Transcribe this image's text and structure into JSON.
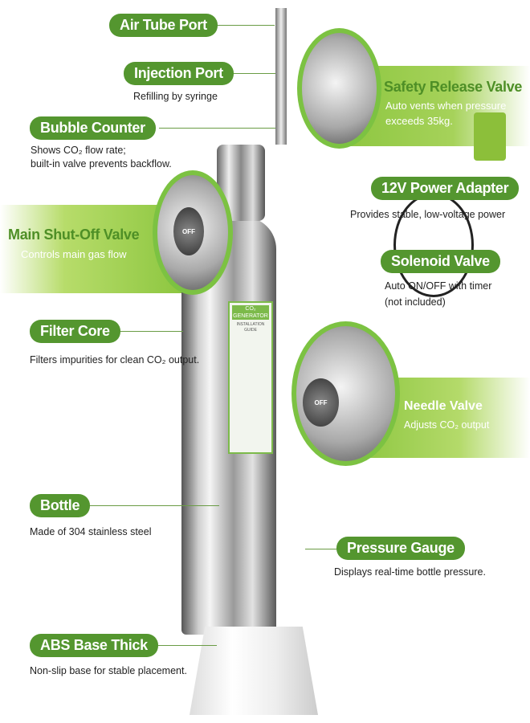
{
  "colors": {
    "accent": "#54962f",
    "highlight": "#8cc63f"
  },
  "callouts": [
    {
      "title": "Air Tube Port",
      "desc": ""
    },
    {
      "title": "Injection Port",
      "desc": "Refilling by syringe"
    },
    {
      "title": "Bubble Counter",
      "desc": "Shows CO₂ flow rate;",
      "desc2": "built-in valve prevents backflow."
    },
    {
      "title": "Main Shut-Off Valve",
      "desc": "Controls main gas flow"
    },
    {
      "title": "Filter Core",
      "desc": "Filters impurities for clean CO₂ output."
    },
    {
      "title": "Bottle",
      "desc": "Made of 304 stainless steel"
    },
    {
      "title": "ABS Base Thick",
      "desc": "Non-slip base for stable placement."
    },
    {
      "title": "Safety Release Valve",
      "desc": "Auto vents when pressure",
      "desc2": "exceeds 35kg."
    },
    {
      "title": "12V Power Adapter",
      "desc": "Provides stable, low-voltage power"
    },
    {
      "title": "Solenoid Valve",
      "desc": "Auto ON/OFF with timer",
      "desc2": "(not included)"
    },
    {
      "title": "Needle Valve",
      "desc": "Adjusts CO₂ output"
    },
    {
      "title": "Pressure Gauge",
      "desc": "Displays real-time bottle pressure."
    }
  ],
  "bottle_label": {
    "title": "CO₂ GENERATOR",
    "subtitle": "INSTALLATION GUIDE"
  },
  "knob_text": "OFF"
}
